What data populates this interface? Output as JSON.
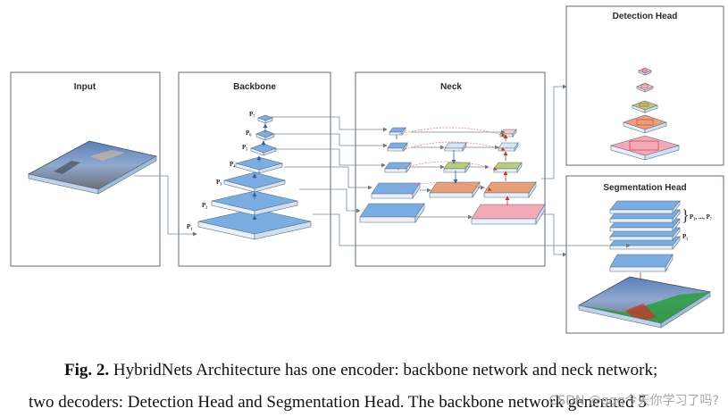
{
  "boxes": {
    "input": "Input",
    "backbone": "Backbone",
    "neck": "Neck",
    "detection_head": "Detection Head",
    "segmentation_head": "Segmentation Head"
  },
  "backbone_labels": [
    "P₁",
    "P₂",
    "P₃",
    "P₄",
    "P₅",
    "P₆",
    "P₇"
  ],
  "seg_labels": {
    "brace": "P₃, ..., P₇",
    "p2": "P₂"
  },
  "caption": {
    "fig_label": "Fig. 2.",
    "line1_text": " HybridNets Architecture has one encoder: backbone network and neck network;",
    "line2_text": "two decoders: Detection Head and Segmentation Head. The backbone network generated 5"
  },
  "watermark": "CSDN @ggg今天你学习了吗?",
  "colors": {
    "block_blue": "#7aaee3",
    "block_light": "#e8f1fb",
    "orange": "#e8a07a",
    "green": "#b9cc7a",
    "pink": "#f3a9b7",
    "border": "#5f6b78"
  }
}
